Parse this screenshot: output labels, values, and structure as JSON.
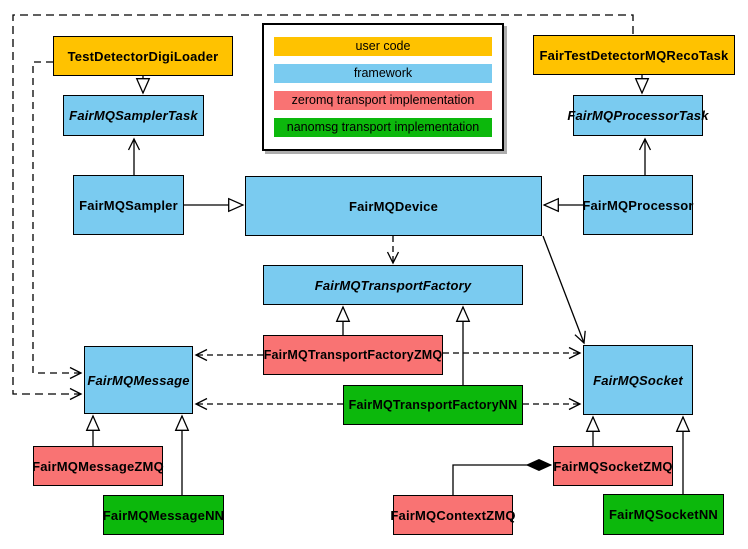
{
  "colors": {
    "user_code": "#FFC200",
    "framework": "#7ACBF0",
    "zeromq": "#F97373",
    "nanomsg": "#0CB80C",
    "line": "#000000",
    "background": "#FFFFFF"
  },
  "legend": {
    "items": [
      {
        "label": "user code",
        "color_key": "user_code"
      },
      {
        "label": "framework",
        "color_key": "framework"
      },
      {
        "label": "zeromq transport implementation",
        "color_key": "zeromq"
      },
      {
        "label": "nanomsg transport implementation",
        "color_key": "nanomsg"
      }
    ]
  },
  "nodes": {
    "testDetectorDigiLoader": {
      "label": "TestDetectorDigiLoader",
      "category": "user_code",
      "abstract": false
    },
    "fairTestDetectorMQRecoTask": {
      "label": "FairTestDetectorMQRecoTask",
      "category": "user_code",
      "abstract": false
    },
    "fairMQSamplerTask": {
      "label": "FairMQSamplerTask",
      "category": "framework",
      "abstract": true
    },
    "fairMQProcessorTask": {
      "label": "FairMQProcessorTask",
      "category": "framework",
      "abstract": true
    },
    "fairMQSampler": {
      "label": "FairMQSampler",
      "category": "framework",
      "abstract": false
    },
    "fairMQDevice": {
      "label": "FairMQDevice",
      "category": "framework",
      "abstract": false
    },
    "fairMQProcessor": {
      "label": "FairMQProcessor",
      "category": "framework",
      "abstract": false
    },
    "fairMQTransportFactory": {
      "label": "FairMQTransportFactory",
      "category": "framework",
      "abstract": true
    },
    "fairMQTransportFactoryZMQ": {
      "label": "FairMQTransportFactoryZMQ",
      "category": "zeromq",
      "abstract": false
    },
    "fairMQTransportFactoryNN": {
      "label": "FairMQTransportFactoryNN",
      "category": "nanomsg",
      "abstract": false
    },
    "fairMQMessage": {
      "label": "FairMQMessage",
      "category": "framework",
      "abstract": true
    },
    "fairMQSocket": {
      "label": "FairMQSocket",
      "category": "framework",
      "abstract": true
    },
    "fairMQMessageZMQ": {
      "label": "FairMQMessageZMQ",
      "category": "zeromq",
      "abstract": false
    },
    "fairMQMessageNN": {
      "label": "FairMQMessageNN",
      "category": "nanomsg",
      "abstract": false
    },
    "fairMQSocketZMQ": {
      "label": "FairMQSocketZMQ",
      "category": "zeromq",
      "abstract": false
    },
    "fairMQSocketNN": {
      "label": "FairMQSocketNN",
      "category": "nanomsg",
      "abstract": false
    },
    "fairMQContextZMQ": {
      "label": "FairMQContextZMQ",
      "category": "zeromq",
      "abstract": false
    }
  },
  "edges": [
    {
      "from": "TestDetectorDigiLoader",
      "to": "FairMQSamplerTask",
      "type": "inheritance",
      "style": "solid"
    },
    {
      "from": "FairTestDetectorMQRecoTask",
      "to": "FairMQProcessorTask",
      "type": "inheritance",
      "style": "solid"
    },
    {
      "from": "FairMQSampler",
      "to": "FairMQSamplerTask",
      "type": "association",
      "style": "solid"
    },
    {
      "from": "FairMQProcessor",
      "to": "FairMQProcessorTask",
      "type": "association",
      "style": "solid"
    },
    {
      "from": "FairMQSampler",
      "to": "FairMQDevice",
      "type": "inheritance",
      "style": "solid"
    },
    {
      "from": "FairMQProcessor",
      "to": "FairMQDevice",
      "type": "inheritance",
      "style": "solid"
    },
    {
      "from": "FairMQTransportFactoryZMQ",
      "to": "FairMQTransportFactory",
      "type": "inheritance",
      "style": "solid"
    },
    {
      "from": "FairMQTransportFactoryNN",
      "to": "FairMQTransportFactory",
      "type": "inheritance",
      "style": "solid"
    },
    {
      "from": "FairMQMessageZMQ",
      "to": "FairMQMessage",
      "type": "inheritance",
      "style": "solid"
    },
    {
      "from": "FairMQMessageNN",
      "to": "FairMQMessage",
      "type": "inheritance",
      "style": "solid"
    },
    {
      "from": "FairMQSocketZMQ",
      "to": "FairMQSocket",
      "type": "inheritance",
      "style": "solid"
    },
    {
      "from": "FairMQSocketNN",
      "to": "FairMQSocket",
      "type": "inheritance",
      "style": "solid"
    },
    {
      "from": "FairMQDevice",
      "to": "FairMQTransportFactory",
      "type": "dependency",
      "style": "dashed"
    },
    {
      "from": "FairMQDevice",
      "to": "FairMQSocket",
      "type": "association",
      "style": "solid"
    },
    {
      "from": "FairMQTransportFactoryZMQ",
      "to": "FairMQMessage",
      "type": "dependency",
      "style": "dashed"
    },
    {
      "from": "FairMQTransportFactoryZMQ",
      "to": "FairMQSocket",
      "type": "dependency",
      "style": "dashed"
    },
    {
      "from": "FairMQTransportFactoryNN",
      "to": "FairMQMessage",
      "type": "dependency",
      "style": "dashed"
    },
    {
      "from": "FairMQTransportFactoryNN",
      "to": "FairMQSocket",
      "type": "dependency",
      "style": "dashed"
    },
    {
      "from": "TestDetectorDigiLoader",
      "to": "FairMQMessage",
      "type": "dependency",
      "style": "dashed"
    },
    {
      "from": "FairTestDetectorMQRecoTask",
      "to": "FairMQMessage",
      "type": "dependency",
      "style": "dashed"
    },
    {
      "from": "FairMQContextZMQ",
      "to": "FairMQSocketZMQ",
      "type": "composition",
      "style": "solid"
    }
  ]
}
